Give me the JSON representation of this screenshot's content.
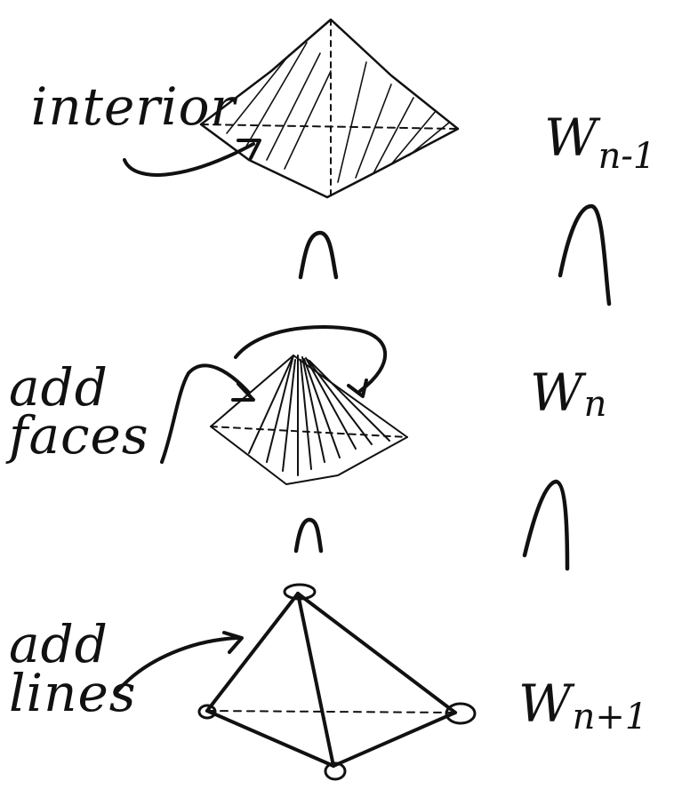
{
  "labels": {
    "interior": "interior",
    "add_faces_line1": "add",
    "add_faces_line2": "faces",
    "add_lines_line1": "add",
    "add_lines_line2": "lines"
  },
  "filtration": {
    "top": {
      "symbol": "W",
      "subscript": "n-1"
    },
    "middle": {
      "symbol": "W",
      "subscript": "n"
    },
    "bottom": {
      "symbol": "W",
      "subscript": "n+1"
    }
  },
  "colors": {
    "ink": "#111111",
    "background": "#ffffff"
  }
}
